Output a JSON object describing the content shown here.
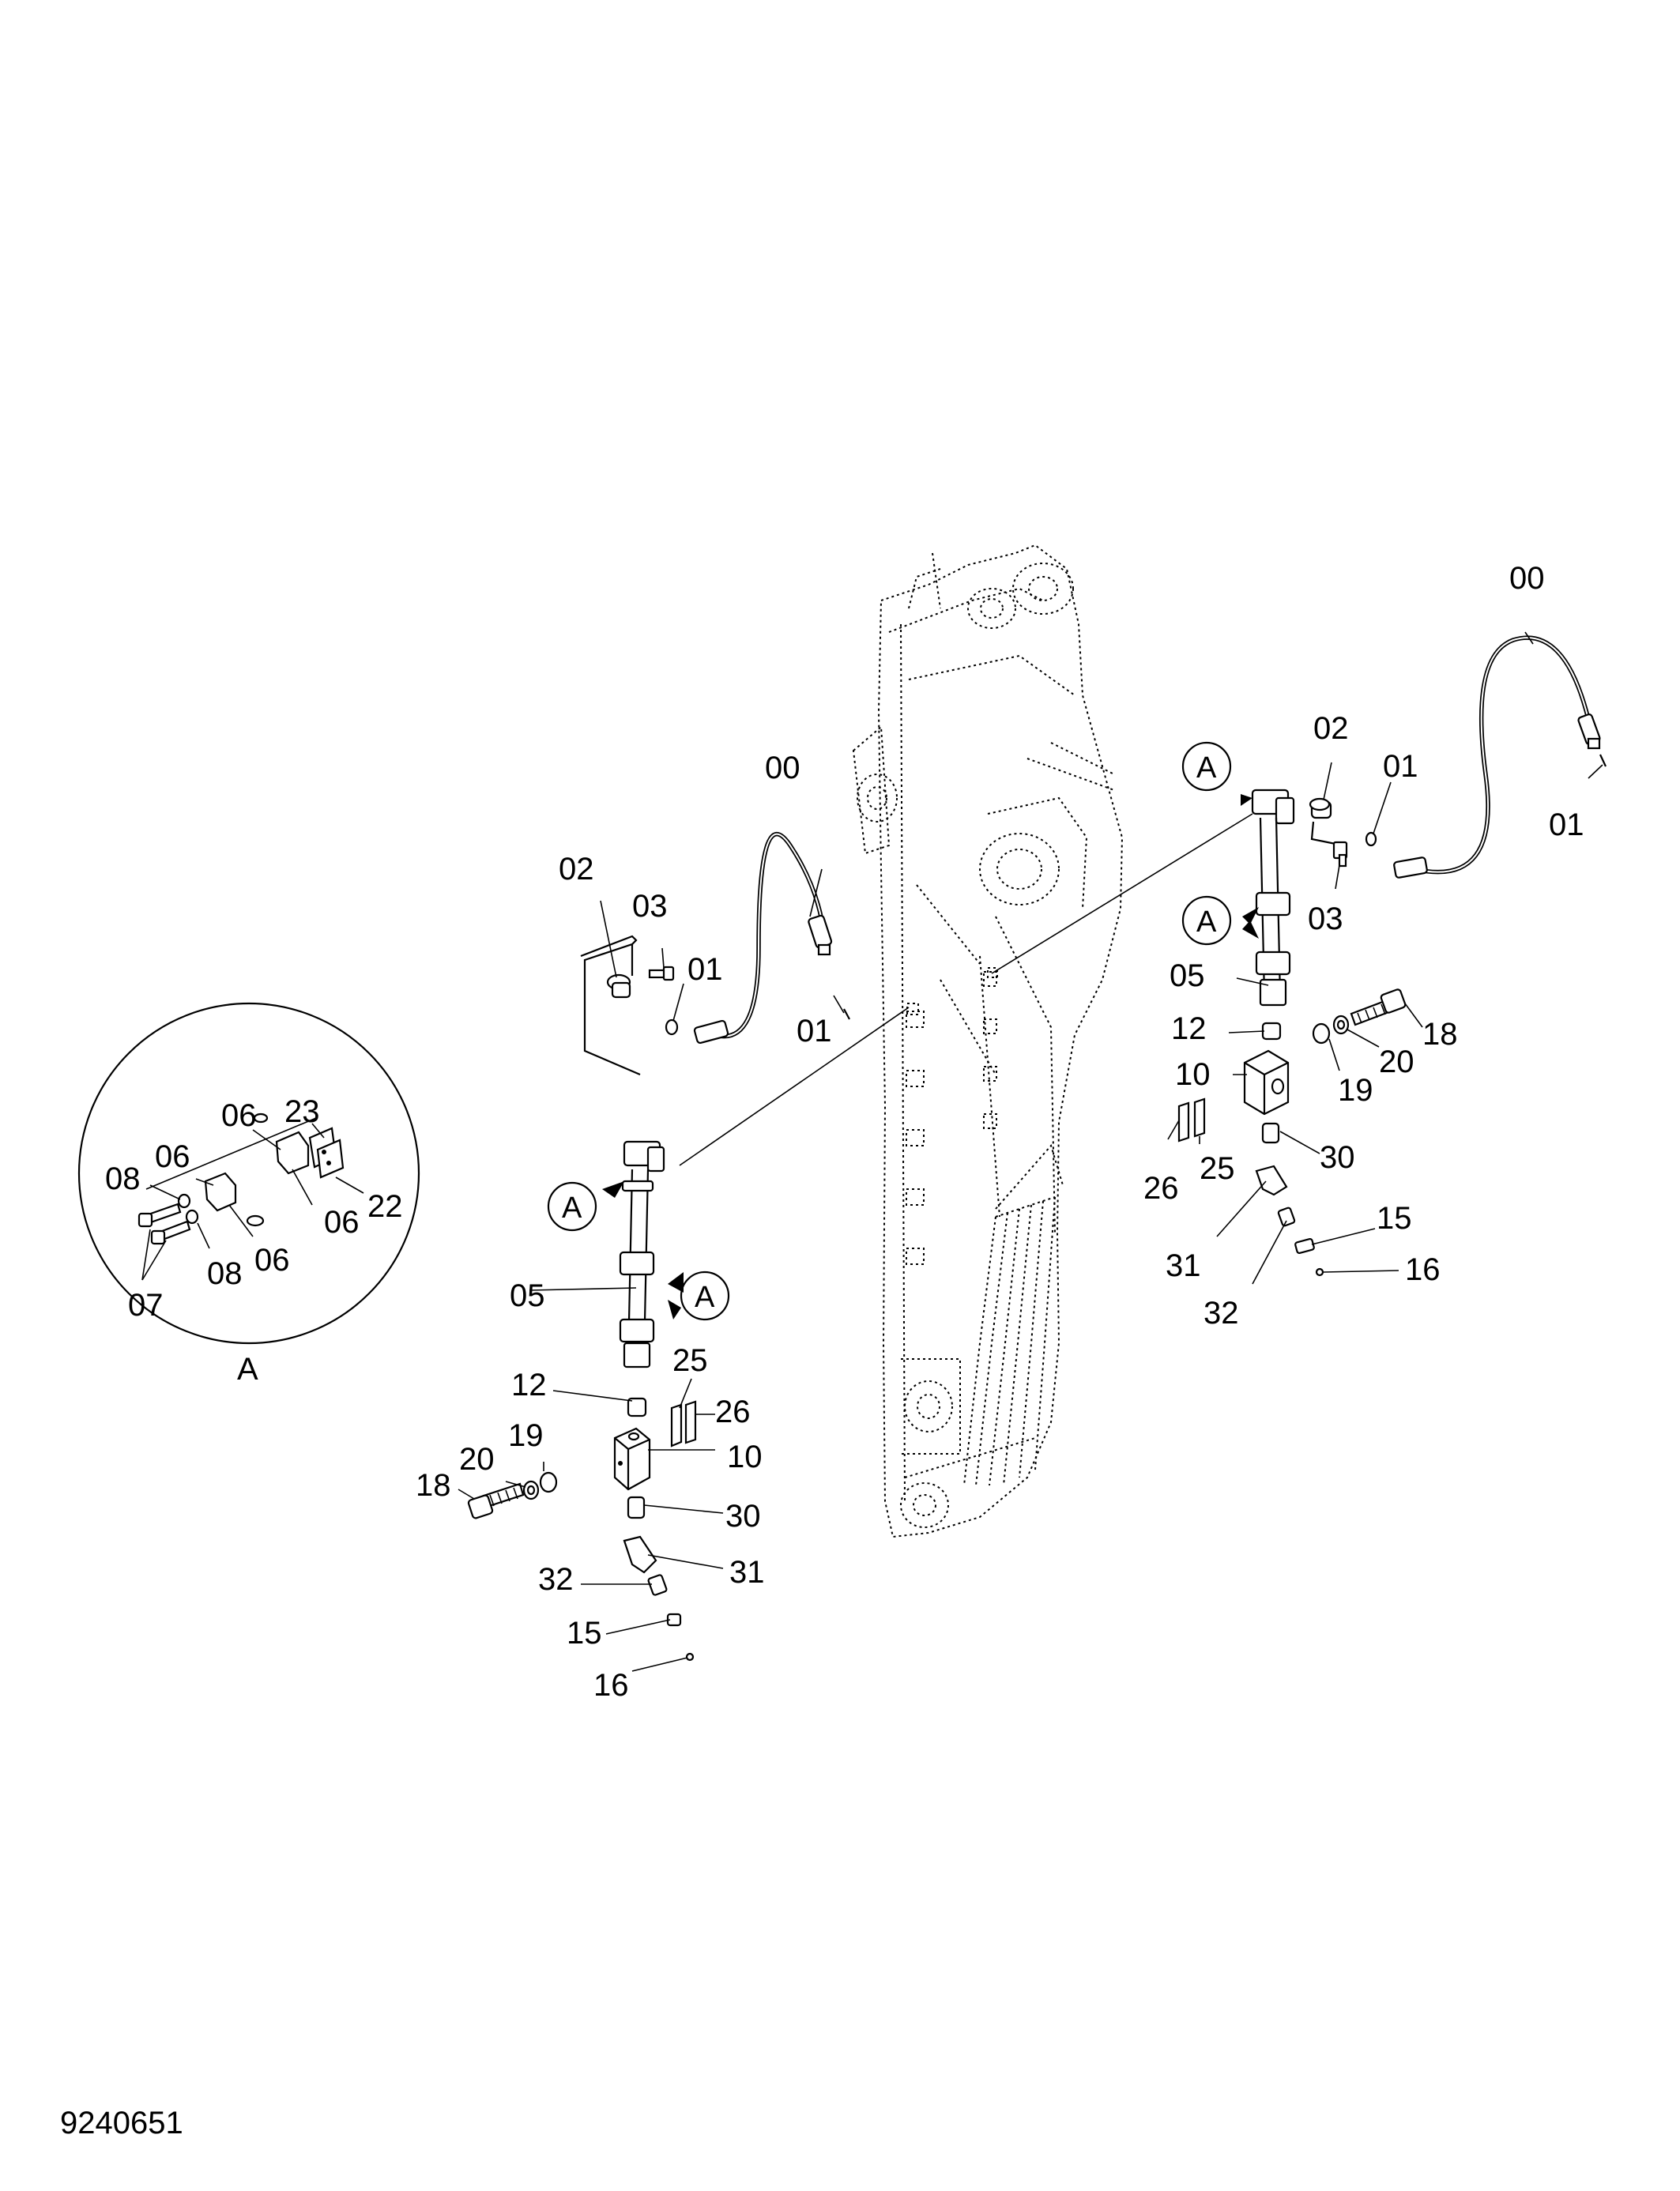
{
  "figure_number": "9240651",
  "detail": {
    "label": "A"
  },
  "callouts": [
    {
      "key": "c00l",
      "text": "00"
    },
    {
      "key": "c02l",
      "text": "02"
    },
    {
      "key": "c03l",
      "text": "03"
    },
    {
      "key": "c01la",
      "text": "01"
    },
    {
      "key": "c01lb",
      "text": "01"
    },
    {
      "key": "cAl1",
      "text": "A"
    },
    {
      "key": "cAl2",
      "text": "A"
    },
    {
      "key": "c05l",
      "text": "05"
    },
    {
      "key": "c12l",
      "text": "12"
    },
    {
      "key": "c25l",
      "text": "25"
    },
    {
      "key": "c26l",
      "text": "26"
    },
    {
      "key": "c19l",
      "text": "19"
    },
    {
      "key": "c20l",
      "text": "20"
    },
    {
      "key": "c18l",
      "text": "18"
    },
    {
      "key": "c10l",
      "text": "10"
    },
    {
      "key": "c30l",
      "text": "30"
    },
    {
      "key": "c31l",
      "text": "31"
    },
    {
      "key": "c32l",
      "text": "32"
    },
    {
      "key": "c15l",
      "text": "15"
    },
    {
      "key": "c16l",
      "text": "16"
    },
    {
      "key": "c00r",
      "text": "00"
    },
    {
      "key": "c02r",
      "text": "02"
    },
    {
      "key": "c01ra",
      "text": "01"
    },
    {
      "key": "c01rb",
      "text": "01"
    },
    {
      "key": "c03r",
      "text": "03"
    },
    {
      "key": "cAr1",
      "text": "A"
    },
    {
      "key": "cAr2",
      "text": "A"
    },
    {
      "key": "c05r",
      "text": "05"
    },
    {
      "key": "c12r",
      "text": "12"
    },
    {
      "key": "c18r",
      "text": "18"
    },
    {
      "key": "c20r",
      "text": "20"
    },
    {
      "key": "c19r",
      "text": "19"
    },
    {
      "key": "c10r",
      "text": "10"
    },
    {
      "key": "c30r",
      "text": "30"
    },
    {
      "key": "c26r",
      "text": "26"
    },
    {
      "key": "c25r",
      "text": "25"
    },
    {
      "key": "c15r",
      "text": "15"
    },
    {
      "key": "c16r",
      "text": "16"
    },
    {
      "key": "c31r",
      "text": "31"
    },
    {
      "key": "c32r",
      "text": "32"
    },
    {
      "key": "d23",
      "text": "23"
    },
    {
      "key": "d06a",
      "text": "06"
    },
    {
      "key": "d06b",
      "text": "06"
    },
    {
      "key": "d08a",
      "text": "08"
    },
    {
      "key": "d22",
      "text": "22"
    },
    {
      "key": "d06c",
      "text": "06"
    },
    {
      "key": "d06d",
      "text": "06"
    },
    {
      "key": "d08b",
      "text": "08"
    },
    {
      "key": "d07",
      "text": "07"
    }
  ]
}
